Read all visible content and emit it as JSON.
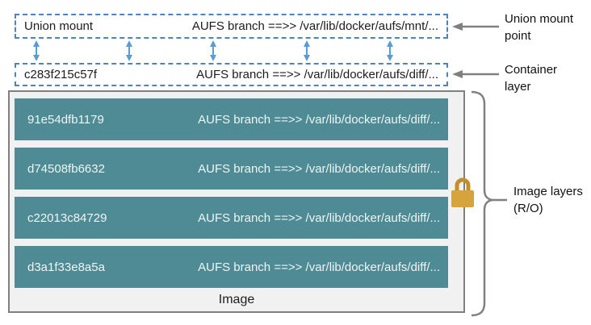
{
  "union_mount_box": {
    "label": "Union mount",
    "path": "AUFS branch ==>> /var/lib/docker/aufs/mnt/..."
  },
  "container_box": {
    "id": "c283f215c57f",
    "path": "AUFS branch ==>> /var/lib/docker/aufs/diff/..."
  },
  "image_box": {
    "caption": "Image",
    "layers": [
      {
        "id": "91e54dfb1179",
        "path": "AUFS branch ==>> /var/lib/docker/aufs/diff/..."
      },
      {
        "id": "d74508fb6632",
        "path": "AUFS branch ==>> /var/lib/docker/aufs/diff/..."
      },
      {
        "id": "c22013c84729",
        "path": "AUFS branch ==>> /var/lib/docker/aufs/diff/..."
      },
      {
        "id": "d3a1f33e8a5a",
        "path": "AUFS branch ==>> /var/lib/docker/aufs/diff/..."
      }
    ]
  },
  "annotations": {
    "union_mount_point": "Union mount point",
    "container_layer": "Container layer",
    "image_layers_ro": "Image layers (R/O)"
  },
  "icons": {
    "lock": "lock-icon",
    "double_arrow": "double-arrow-icon",
    "pointer_arrow": "left-arrow-icon",
    "brace": "curly-brace"
  },
  "colors": {
    "teal": "#4e8b94",
    "dash_blue": "#4f81bd",
    "arrow_blue": "#5b9bd5",
    "gray": "#808080",
    "gold": "#d7a33d",
    "gold_dark": "#c28f2c",
    "box_bg": "#f1f1f1"
  }
}
